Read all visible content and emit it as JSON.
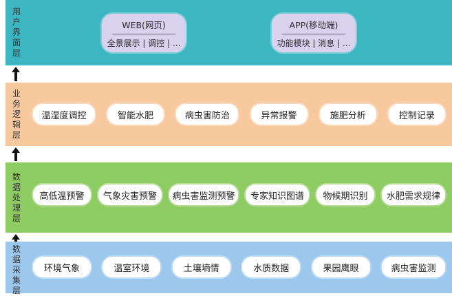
{
  "layers": [
    {
      "label": [
        "用",
        "户",
        "界",
        "面",
        "层"
      ],
      "color": "#3cb6c0",
      "items": [
        {
          "title": "WEB(网页)",
          "sub": "全景展示 | 调控 | ..."
        },
        {
          "title": "APP(移动端)",
          "sub": "功能模块 | 消息 | ..."
        }
      ]
    },
    {
      "label": [
        "业",
        "务",
        "逻",
        "辑",
        "层"
      ],
      "color": "#f8c89e",
      "items": [
        "温湿度调控",
        "智能水肥",
        "病虫害防治",
        "异常报警",
        "施肥分析",
        "控制记录"
      ]
    },
    {
      "label": [
        "数",
        "据",
        "处",
        "理",
        "层"
      ],
      "color": "#8ecb62",
      "items": [
        "高低温预警",
        "气象灾害预警",
        "病虫害监测预警",
        "专家知识图谱",
        "物候期识别",
        "水肥需求规律"
      ]
    },
    {
      "label": [
        "数",
        "据",
        "采",
        "集",
        "层"
      ],
      "color": "#9cc8ee",
      "items": [
        "环境气象",
        "温室环境",
        "土壤墒情",
        "水质数据",
        "果园鹰眼",
        "病虫害监测"
      ]
    }
  ]
}
